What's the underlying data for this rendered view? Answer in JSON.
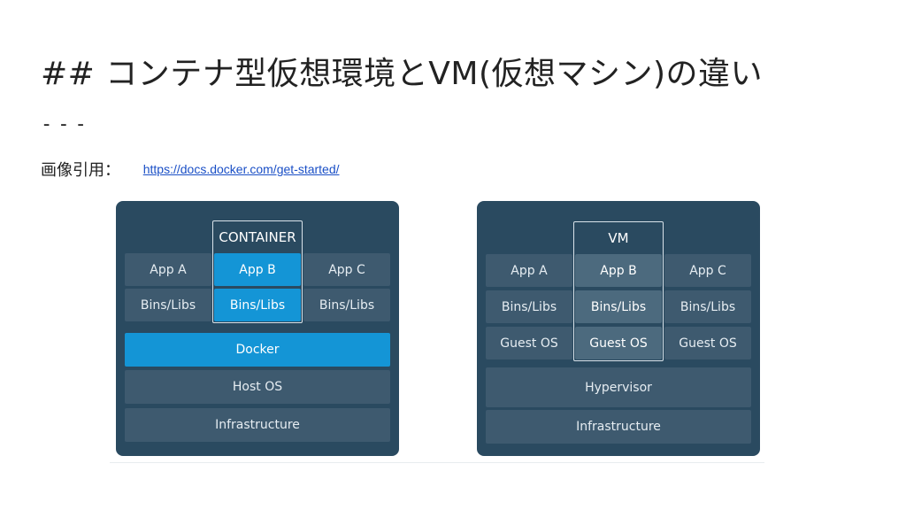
{
  "slide": {
    "title": "## コンテナ型仮想環境とVM(仮想マシン)の違い",
    "rule": "---",
    "credit_label": "画像引用：",
    "credit_url": "https://docs.docker.com/get-started/"
  },
  "container_diagram": {
    "frame_label": "CONTAINER",
    "apps": [
      "App A",
      "App B",
      "App C"
    ],
    "libs": [
      "Bins/Libs",
      "Bins/Libs",
      "Bins/Libs"
    ],
    "runtime": "Docker",
    "host_os": "Host OS",
    "infrastructure": "Infrastructure"
  },
  "vm_diagram": {
    "frame_label": "VM",
    "apps": [
      "App A",
      "App B",
      "App C"
    ],
    "libs": [
      "Bins/Libs",
      "Bins/Libs",
      "Bins/Libs"
    ],
    "guest_os": [
      "Guest OS",
      "Guest OS",
      "Guest OS"
    ],
    "hypervisor": "Hypervisor",
    "infrastructure": "Infrastructure"
  },
  "colors": {
    "panel": "#2a4a60",
    "block": "#3e5a6f",
    "accent": "#1495d6",
    "link": "#1a4fc6"
  }
}
